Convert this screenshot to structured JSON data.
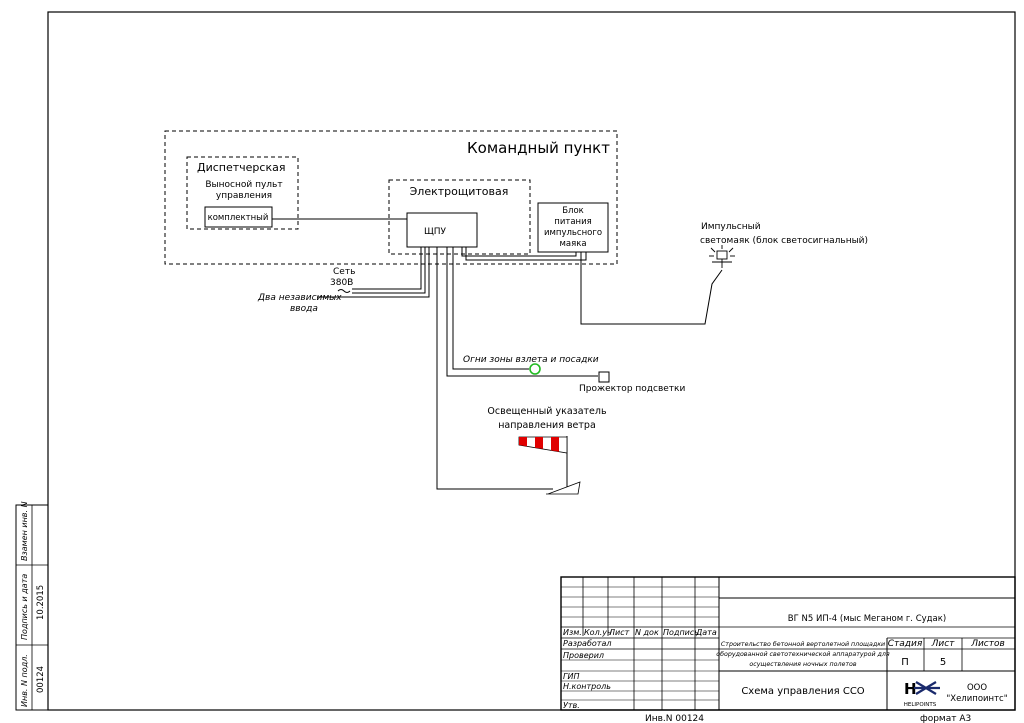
{
  "diagram": {
    "command_post": "Командный пункт",
    "dispatch_room": "Диспетчерская",
    "remote_panel": [
      "Выносной пульт",
      "управления"
    ],
    "complete_unit": "комплектный",
    "switch_room": "Электрощитовая",
    "shpu": "ЩПУ",
    "beacon_power_unit": [
      "Блок",
      "питания",
      "импульсного",
      "маяка"
    ],
    "pulse_beacon": [
      "Импульсный",
      "светомаяк (блок светосигнальный)"
    ],
    "grid_power": [
      "Сеть",
      "380В"
    ],
    "two_inputs": [
      "Два независимых",
      "ввода"
    ],
    "takeoff_zone_lights": "Огни зоны взлета и посадки",
    "floodlight": "Прожектор подсветки",
    "windsock": [
      "Освещенный указатель",
      "направления ветра"
    ]
  },
  "side_stamp": {
    "labels": [
      "Инв. N подл.",
      "Подпись и дата",
      "Взамен инв. N"
    ],
    "values": [
      "00124",
      "10.2015",
      ""
    ]
  },
  "title_block": {
    "col_headers": [
      "Изм.",
      "Кол.уч",
      "Лист",
      "N док",
      "Подпись",
      "Дата"
    ],
    "roles": [
      "Разработал",
      "Проверил",
      "",
      "ГИП",
      "Н.контроль",
      "Утв."
    ],
    "project_code": "ВГ N5 ИП-4 (мыс Меганом г. Судак)",
    "project_title": [
      "Строительство бетонной вертолетной площадки",
      "оборудованной светотехнической аппаратурой для",
      "осуществления ночных полетов"
    ],
    "stage_header": "Стадия",
    "sheet_header": "Лист",
    "sheets_header": "Листов",
    "stage_value": "П",
    "sheet_value": "5",
    "sheets_value": "",
    "drawing_title": "Схема управления ССО",
    "logo_caption": "HELIPOINTS",
    "company": [
      "ООО",
      "\"Хелипоинтс\""
    ]
  },
  "footer": {
    "inventory": "Инв.N 00124",
    "format": "формат А3"
  },
  "colors": {
    "windsock_red": "#e00000",
    "lights_green": "#22bb22",
    "line": "#000000"
  }
}
